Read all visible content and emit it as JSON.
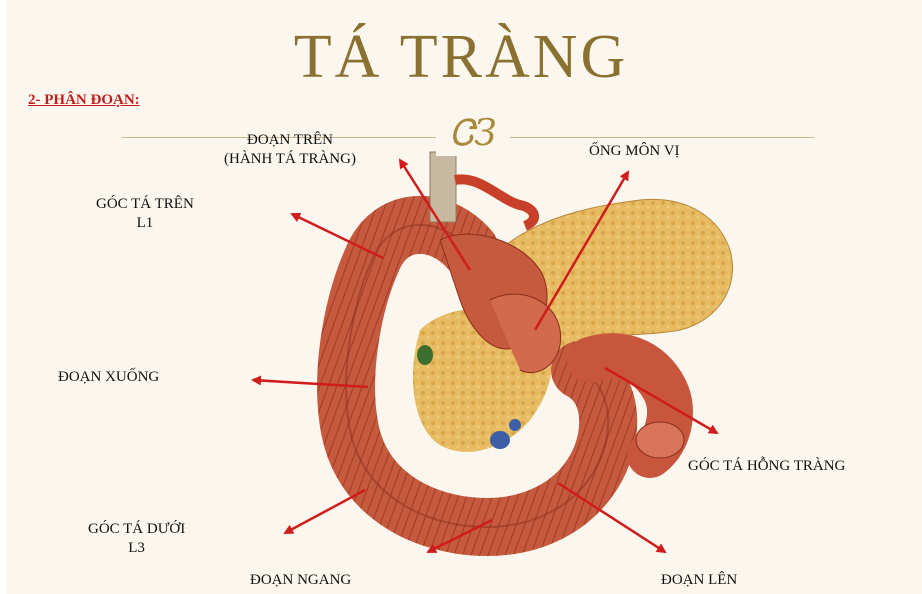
{
  "title": "TÁ TRÀNG",
  "section_heading": "2- PHÂN ĐOẠN:",
  "labels": {
    "doan_tren_line1": "ĐOẠN TRÊN",
    "doan_tren_line2": "(HÀNH TÁ TRÀNG)",
    "ong_mon_vi": "ỐNG MÔN VỊ",
    "goc_ta_tren_line1": "GÓC TÁ TRÊN",
    "goc_ta_tren_line2": "L1",
    "doan_xuong": "ĐOẠN XUỐNG",
    "goc_ta_hong_trang": "GÓC TÁ HỖNG TRÀNG",
    "goc_ta_duoi_line1": "GÓC TÁ DƯỚI",
    "goc_ta_duoi_line2": "L3",
    "doan_ngang": "ĐOẠN NGANG",
    "doan_len": "ĐOẠN LÊN"
  },
  "colors": {
    "title": "#8a7131",
    "heading": "#c21d1d",
    "arrow": "#d01c1c",
    "intestine": "#c8563c",
    "pancreas": "#e2b35a"
  }
}
